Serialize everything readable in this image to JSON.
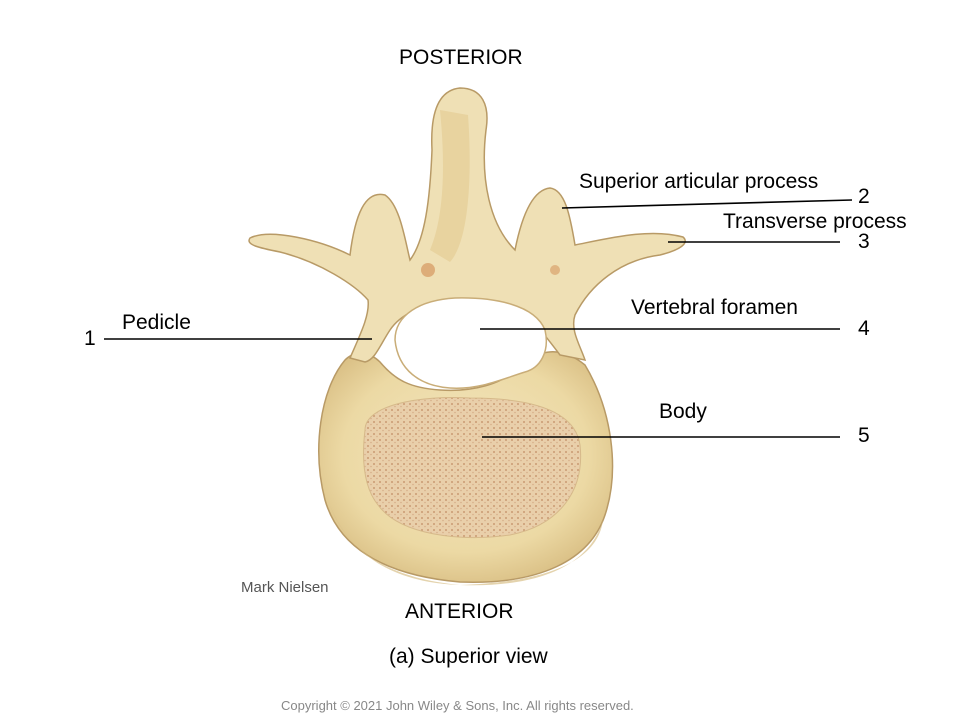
{
  "orientation": {
    "top": "POSTERIOR",
    "bottom": "ANTERIOR"
  },
  "labels": {
    "pedicle": {
      "text": "Pedicle",
      "number": "1"
    },
    "superior_articular_process": {
      "text": "Superior articular process",
      "number": "2"
    },
    "transverse_process": {
      "text": "Transverse process",
      "number": "3"
    },
    "vertebral_foramen": {
      "text": "Vertebral foramen",
      "number": "4"
    },
    "body": {
      "text": "Body",
      "number": "5"
    }
  },
  "photo_credit": "Mark Nielsen",
  "caption": "(a) Superior view",
  "copyright": "Copyright © 2021 John Wiley & Sons, Inc. All rights reserved.",
  "colors": {
    "bone": "#ecdcae",
    "bone_shadow": "#d9c08a",
    "spongy": "#e6c9a2",
    "leader": "#000000"
  }
}
